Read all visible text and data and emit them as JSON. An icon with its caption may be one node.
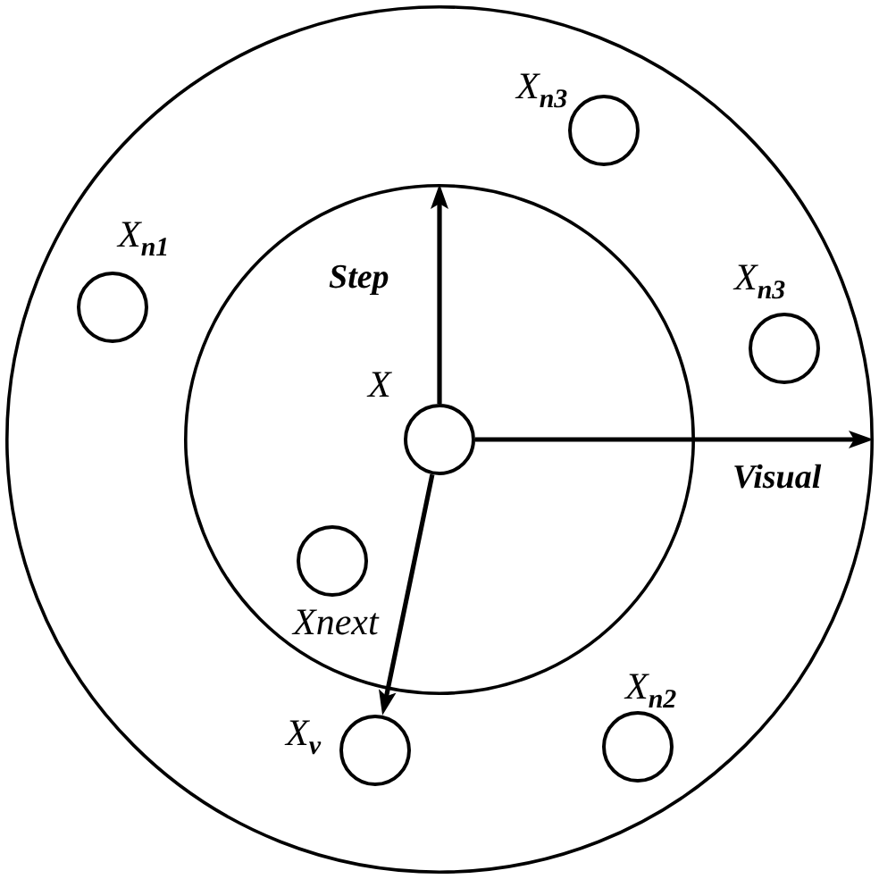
{
  "diagram": {
    "nodes": [
      {
        "text": [],
        "shape": "circle"
      },
      {
        "text": [],
        "shape": "circle",
        "in": 0
      },
      {
        "text": [
          "X$_{n3}$"
        ],
        "in": 0
      },
      {
        "text": [
          "X$_{n1}$"
        ],
        "in": 0
      },
      {
        "text": [
          "X$_{n3}$"
        ],
        "in": 0
      },
      {
        "text": [
          "X"
        ],
        "in": 1
      },
      {
        "text": [
          "Xnext"
        ],
        "in": 1
      },
      {
        "text": [
          "X$_{v}$"
        ],
        "in": 0
      },
      {
        "text": [
          "X$_{n2}$"
        ],
        "in": 0
      }
    ],
    "edges": [
      {
        "from": 5,
        "to": 1,
        "arrow": "to",
        "label": "Step"
      },
      {
        "from": 5,
        "to": 0,
        "arrow": "to",
        "label": "Visual"
      },
      {
        "from": 5,
        "to": 7,
        "arrow": "to"
      }
    ]
  }
}
